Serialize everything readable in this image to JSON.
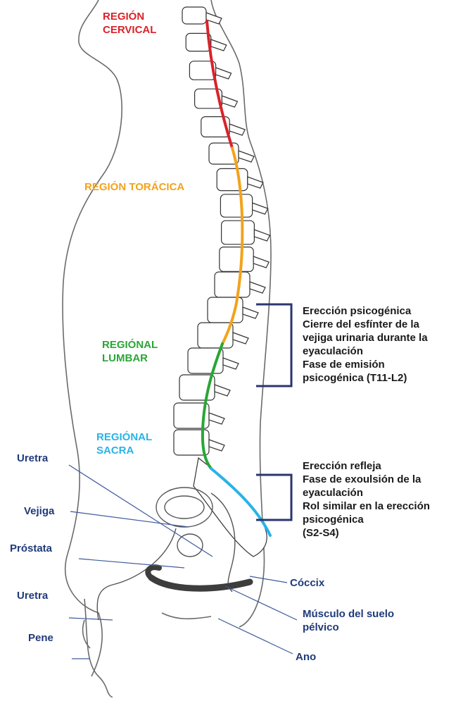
{
  "colors": {
    "cervical": "#d8232a",
    "thoracic": "#f2a31c",
    "lumbar": "#2aa636",
    "sacral": "#29b3e6",
    "label_blue": "#1f3a7a",
    "bracket": "#2b3570",
    "outline": "#6b6b6b"
  },
  "regions": {
    "cervical": [
      "REGIÓN",
      "CERVICAL"
    ],
    "thoracic": [
      "REGIÓN TORÁCICA"
    ],
    "lumbar": [
      "REGIÓNAL",
      "LUMBAR"
    ],
    "sacral": [
      "REGIÓNAL",
      "SACRA"
    ]
  },
  "annotations": {
    "upper": [
      "Erección psicogénica",
      "Cierre del esfínter de la",
      "vejiga urinaria durante la",
      "eyaculación",
      "Fase de emisión",
      "psicogénica (T11-L2)"
    ],
    "lower": [
      "Erección refleja",
      "Fase de exoulsión de la",
      "eyaculación",
      "Rol similar en la erección",
      "psicogénica",
      "(S2-S4)"
    ]
  },
  "anatomy": {
    "uretra_top": "Uretra",
    "vejiga": "Vejiga",
    "prostata": "Próstata",
    "uretra_bottom": "Uretra",
    "pene": "Pene",
    "coccix": "Cóccix",
    "musculo": [
      "Músculo del suelo",
      "pélvico"
    ],
    "ano": "Ano"
  }
}
